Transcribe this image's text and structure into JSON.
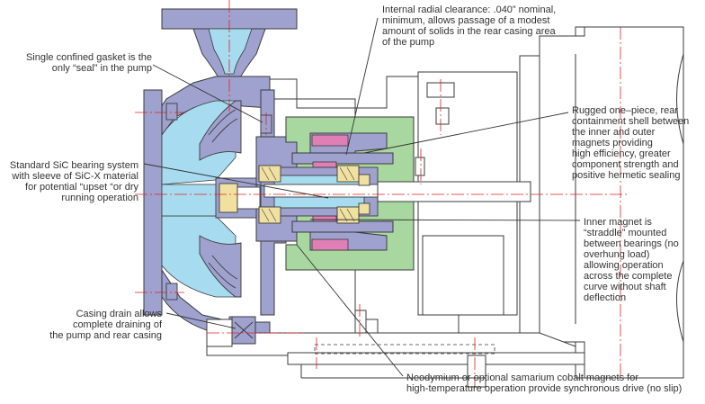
{
  "colors": {
    "casing": "#9fa2cf",
    "fluid": "#a7dcf0",
    "shell": "#a8d8a0",
    "bearing": "#f1e1a0",
    "magnet": "#e07fb6",
    "outline": "#3b3b3b",
    "centerline": "#e02020"
  },
  "callouts": {
    "clearance": "Internal radial clearance: .040” nominal,\nminimum, allows passage of a modest\namount of solids in the rear casing area\nof the pump",
    "gasket": "Single confined gasket is the\nonly “seal” in the pump",
    "shell": "Rugged one–piece, rear\ncontainment shell between\nthe inner and outer\nmagnets providing\nhigh efficiency, greater\ncomponent strength and\npositive hermetic sealing",
    "bearing": "Standard SiC bearing system\nwith sleeve of SiC-X material\nfor potential “upset “or dry\nrunning operation",
    "inner_magnet": "Inner magnet is\n“straddle” mounted\nbetween bearings (no\noverhung load)\nallowing operation\nacross the complete\ncurve without shaft\ndeflection",
    "drain": "Casing drain allows\ncomplete draining of\nthe pump and rear casing",
    "magnets": "Neodymium or optional samarium cobalt magnets for\nhigh-temperature operation provide synchronous drive (no slip)"
  }
}
